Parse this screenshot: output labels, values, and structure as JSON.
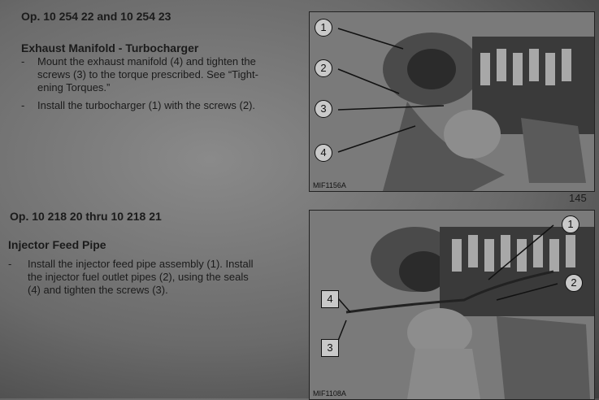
{
  "section1": {
    "op_number": "Op. 10 254 22 and 10 254 23",
    "title": "Exhaust Manifold - Turbocharger",
    "items": [
      {
        "dash": "-",
        "lines": [
          "Mount the exhaust manifold (4) and tighten the",
          "screws (3) to the torque prescribed. See “Tight-",
          "ening Torques.”"
        ]
      },
      {
        "dash": "-",
        "lines": [
          "Install the turbocharger (1) with the screws (2)."
        ]
      }
    ],
    "figure": {
      "code": "MIF1156A",
      "callouts": [
        "1",
        "2",
        "3",
        "4"
      ]
    }
  },
  "page_number": "145",
  "section2": {
    "op_number": "Op. 10 218 20 thru 10 218 21",
    "title": "Injector Feed Pipe",
    "items": [
      {
        "dash": "-",
        "lines": [
          "Install the injector feed pipe assembly (1). Install",
          "the injector fuel outlet pipes (2), using the seals",
          "(4) and tighten the screws (3)."
        ]
      }
    ],
    "figure": {
      "code": "MIF1108A",
      "callouts": [
        "1",
        "2",
        "4",
        "3"
      ]
    }
  }
}
